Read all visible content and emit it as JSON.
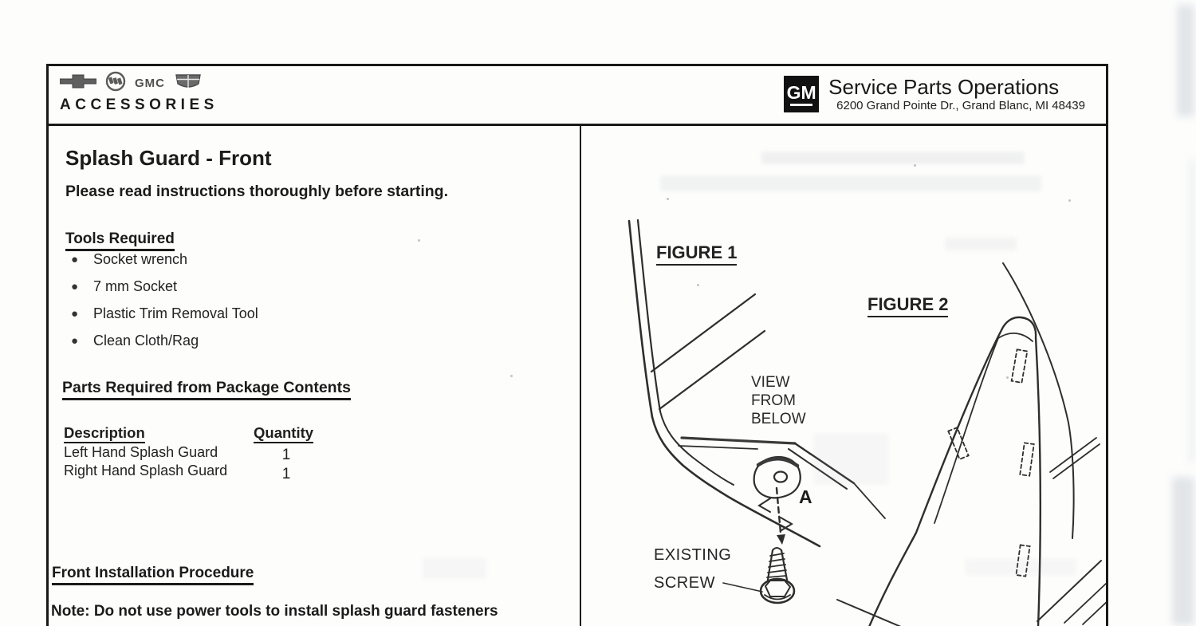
{
  "header": {
    "logos": [
      {
        "name": "chevrolet-logo"
      },
      {
        "name": "buick-logo"
      },
      {
        "name": "gmc-logo",
        "text": "GMC"
      },
      {
        "name": "cadillac-logo"
      }
    ],
    "accessories_label": "ACCESSORIES",
    "gm_badge": "GM",
    "org_name": "Service Parts Operations",
    "org_address": "6200 Grand Pointe Dr., Grand Blanc, MI 48439"
  },
  "left_column": {
    "title": "Splash Guard - Front",
    "subtitle": "Please read instructions thoroughly before starting.",
    "tools": {
      "heading": "Tools Required",
      "items": [
        "Socket wrench",
        "7 mm Socket",
        "Plastic Trim Removal Tool",
        "Clean Cloth/Rag"
      ]
    },
    "parts": {
      "heading": "Parts Required from Package Contents",
      "columns": {
        "description": "Description",
        "quantity": "Quantity"
      },
      "rows": [
        {
          "description": "Left Hand Splash Guard",
          "quantity": "1"
        },
        {
          "description": "Right Hand Splash Guard",
          "quantity": "1"
        }
      ]
    },
    "procedure_heading": "Front Installation Procedure",
    "note": "Note: Do not use power tools to install splash guard fasteners"
  },
  "figures": {
    "figure1_label": "FIGURE 1",
    "figure2_label": "FIGURE 2",
    "view_from_below": {
      "line1": "VIEW",
      "line2": "FROM",
      "line3": "BELOW"
    },
    "point_label": "A",
    "existing_screw": {
      "line1": "EXISTING",
      "line2": "SCREW"
    }
  },
  "colors": {
    "ink": "#1c1c1c",
    "paper": "#fcfcfb",
    "logo_gray": "#5f5f5f"
  }
}
